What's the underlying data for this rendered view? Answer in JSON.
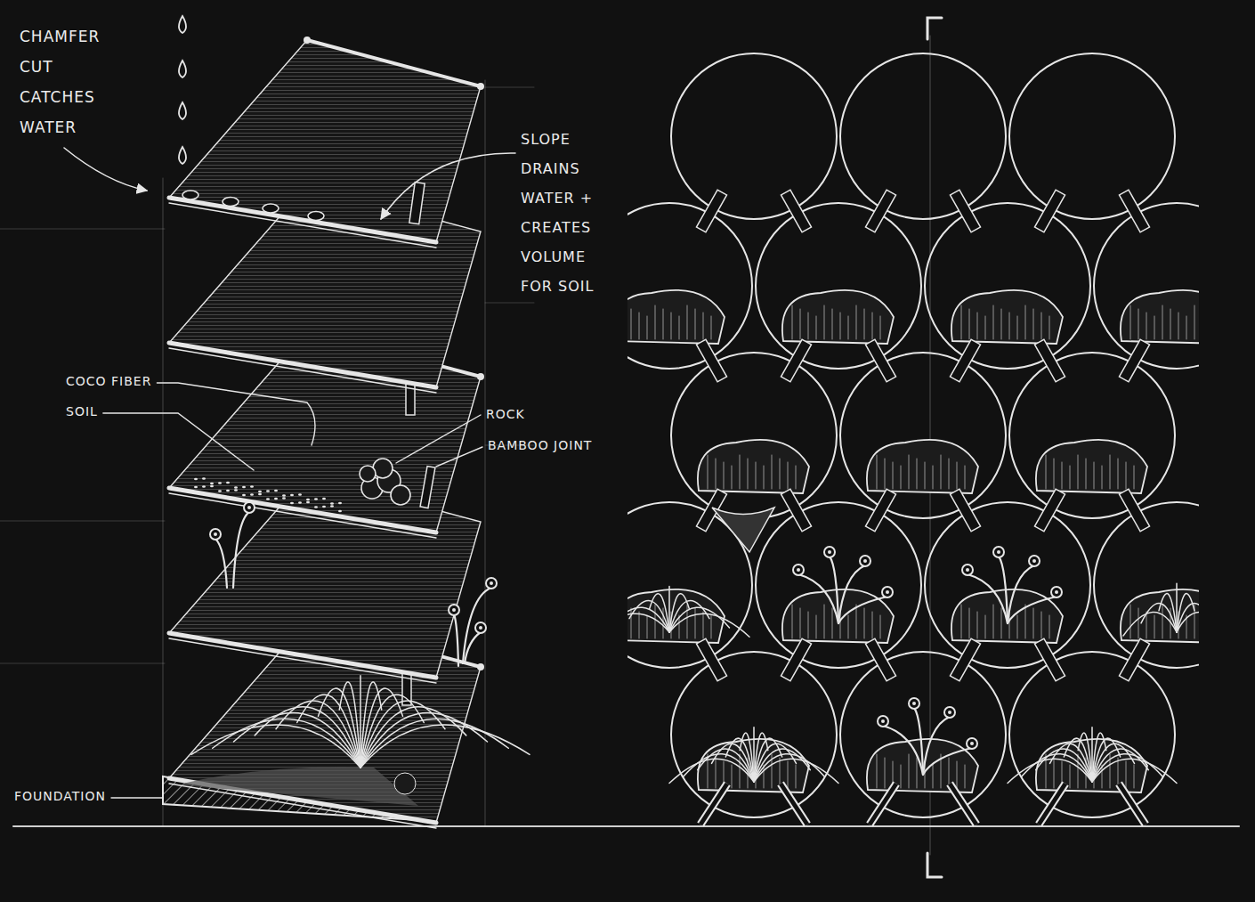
{
  "diagram": {
    "labels": [
      "CHAMFER CUT CATCHES WATER",
      "SLOPE DRAINS WATER + CREATES VOLUME FOR SOIL",
      "COCO FIBER",
      "SOIL",
      "ROCK",
      "BAMBOO JOINT",
      "FOUNDATION"
    ]
  }
}
